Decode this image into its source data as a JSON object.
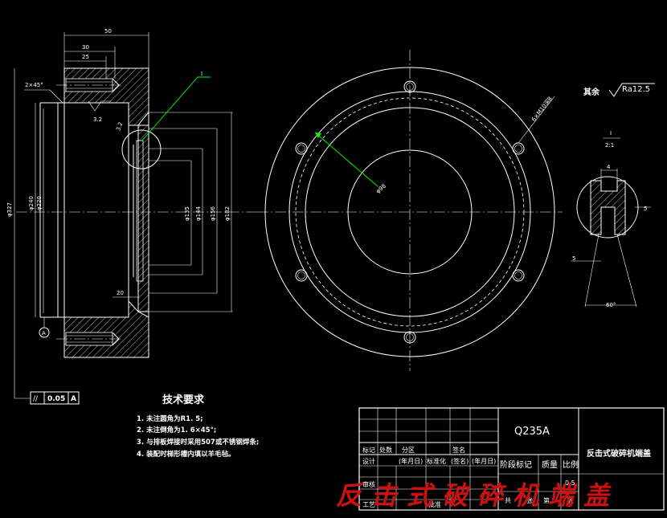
{
  "colors": {
    "background": "#000000",
    "lines": "#ffffff",
    "leader": "#00ff00",
    "watermark": "#cc1111",
    "title_block_text": "#ffffff"
  },
  "dimensions": {
    "d50": "50",
    "d30": "30",
    "d25": "25",
    "chamfer": "2×45°",
    "r32": "3.2",
    "r32b": "3.2",
    "dia327": "φ327",
    "dia240": "φ240",
    "dia220": "φ220",
    "dia135": "φ135",
    "dia144": "φ144",
    "dia156": "φ156",
    "dia182": "φ182",
    "d20": "20",
    "dia98": "φ98",
    "holes": "6×M10深8",
    "detail_label": "I",
    "leader_label": "I",
    "detail_b": "4",
    "detail_s": "5",
    "detail_s2": "5",
    "detail_angle": "60°"
  },
  "datum": {
    "letter": "A",
    "tolerance": "0.05",
    "ref": "A",
    "symbol": "//"
  },
  "roughness": {
    "prefix": "其余",
    "value": "Ra12.5"
  },
  "detail_scale": {
    "top": "I",
    "bottom": "2:1"
  },
  "tech_requirements": {
    "title": "技术要求",
    "items": [
      "1. 未注圆角为R1. 5;",
      "2. 未注倒角为1. 6×45°;",
      "3. 与排板焊接时采用507或不锈钢焊条;",
      "4. 装配时梯形槽内填以羊毛毡。"
    ]
  },
  "title_block": {
    "material": "Q235A",
    "part_name": "反击式破碎机端盖",
    "labels": {
      "mark": "标记",
      "count": "处数",
      "zone": "分区",
      "sign": "签名",
      "design": "设计",
      "date1": "(年月日)",
      "standard": "标准化",
      "sign2": "(签名)",
      "date2": "(年月日)",
      "stage": "阶段标记",
      "weight": "质量",
      "scale": "比例",
      "review": "审核",
      "process": "工艺",
      "approve": "批准",
      "total": "共",
      "sheets": "张",
      "page": "第",
      "sheet2": "张"
    },
    "scale_value": "0.5"
  },
  "watermark": "反击式破碎机端盖"
}
